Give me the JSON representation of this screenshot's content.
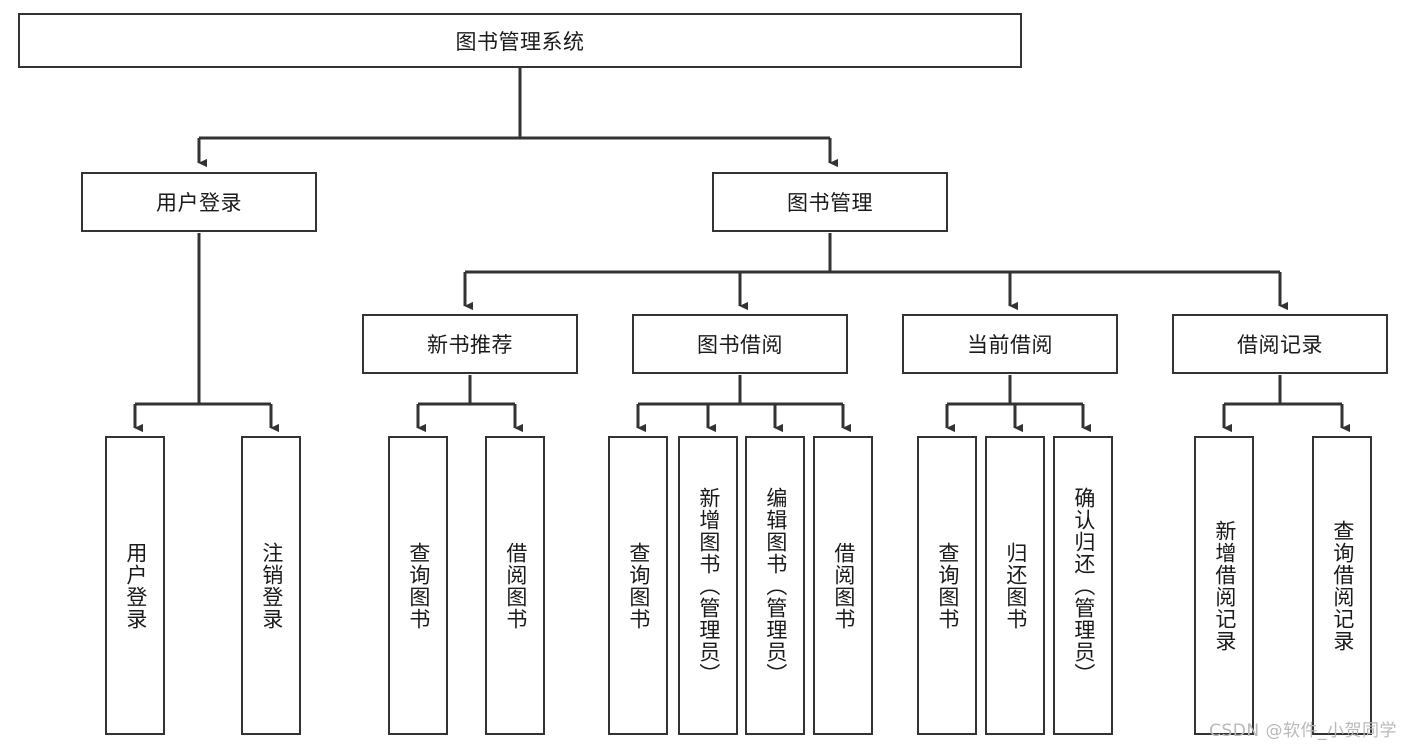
{
  "diagram": {
    "title": "图书管理系统",
    "type": "tree-hierarchy",
    "watermark": "CSDN @软件_小贺同学",
    "colors": {
      "background": "#ffffff",
      "box_border": "#333333",
      "box_fill": "#ffffff",
      "connector": "#333333",
      "text": "#1a1a1a",
      "watermark": "#b9b9b9"
    },
    "root": {
      "label": "图书管理系统"
    },
    "level2": [
      {
        "label": "用户登录"
      },
      {
        "label": "图书管理"
      }
    ],
    "level3": [
      {
        "label": "新书推荐"
      },
      {
        "label": "图书借阅"
      },
      {
        "label": "当前借阅"
      },
      {
        "label": "借阅记录"
      }
    ],
    "leaves": {
      "user_login": [
        {
          "label": "用户登录"
        },
        {
          "label": "注销登录"
        }
      ],
      "new_book_recommend": [
        {
          "label": "查询图书"
        },
        {
          "label": "借阅图书"
        }
      ],
      "book_borrow": [
        {
          "label": "查询图书"
        },
        {
          "label": "新增图书（管理员）"
        },
        {
          "label": "编辑图书（管理员）"
        },
        {
          "label": "借阅图书"
        }
      ],
      "current_borrow": [
        {
          "label": "查询图书"
        },
        {
          "label": "归还图书"
        },
        {
          "label": "确认归还（管理员）"
        }
      ],
      "borrow_record": [
        {
          "label": "新增借阅记录"
        },
        {
          "label": "查询借阅记录"
        }
      ]
    }
  }
}
